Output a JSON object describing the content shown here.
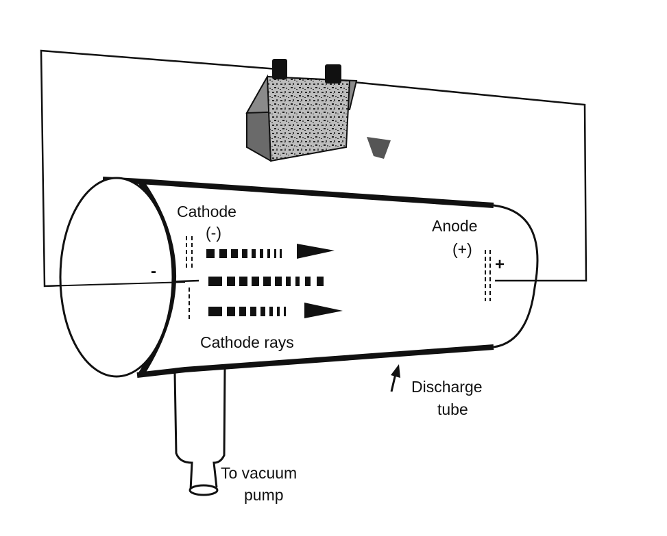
{
  "diagram": {
    "labels": {
      "cathode": "Cathode",
      "cathode_sign": "(-)",
      "anode": "Anode",
      "anode_sign": "(+)",
      "minus_terminal": "-",
      "plus_terminal": "+",
      "cathode_rays": "Cathode rays",
      "discharge_tube_line1": "Discharge",
      "discharge_tube_line2": "tube",
      "vacuum_line1": "To vacuum",
      "vacuum_line2": "pump"
    },
    "colors": {
      "ink": "#111111",
      "background": "#ffffff",
      "battery": "#3a3a3a"
    }
  }
}
